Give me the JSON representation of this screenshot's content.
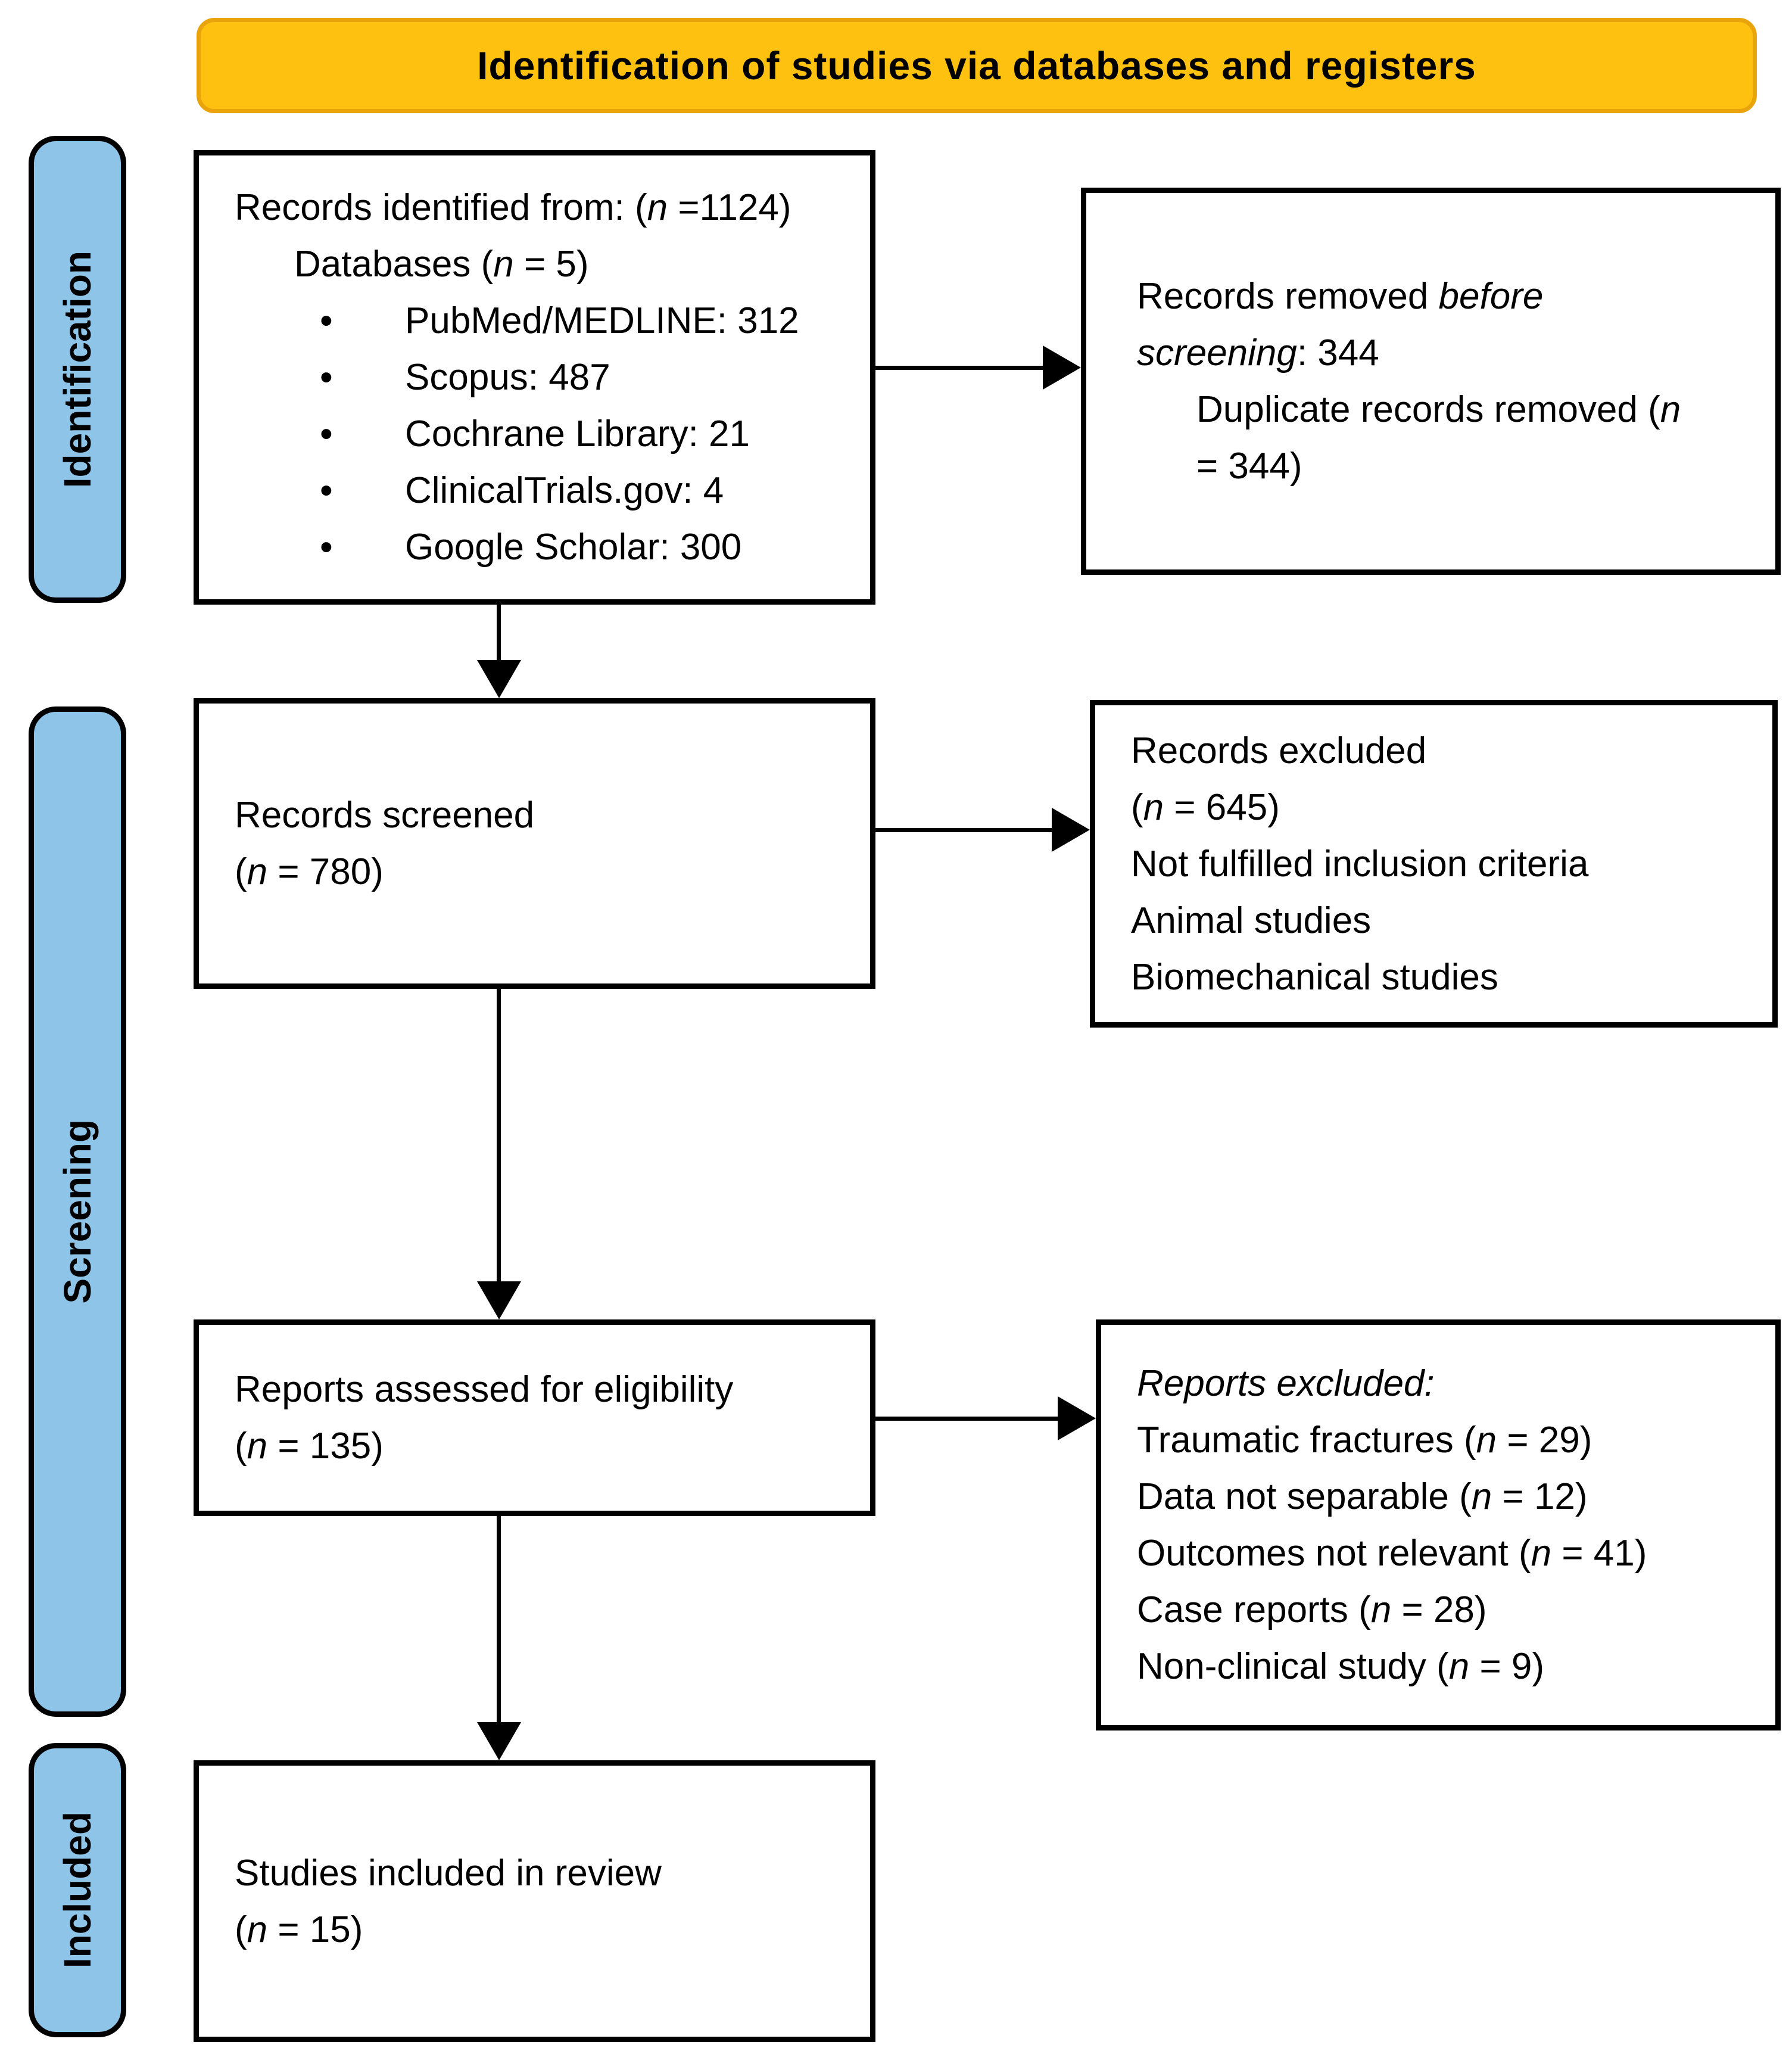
{
  "banner": {
    "title": "Identification of studies via databases and registers"
  },
  "stages": [
    {
      "id": "identification",
      "label": "Identification"
    },
    {
      "id": "screening",
      "label": "Screening"
    },
    {
      "id": "included",
      "label": "Included"
    }
  ],
  "colors": {
    "banner_fill": "#FFC110",
    "banner_border": "#E9A40C",
    "stage_fill": "#8FC4E9",
    "box_border": "#000000",
    "arrow": "#000000",
    "background": "#FFFFFF"
  },
  "boxes": {
    "identified": {
      "lines": [
        {
          "indent": 0,
          "segs": [
            {
              "t": "Records identified from: ("
            },
            {
              "t": "n",
              "i": true
            },
            {
              "t": " =1124)"
            }
          ]
        },
        {
          "indent": 1,
          "segs": [
            {
              "t": "Databases ("
            },
            {
              "t": "n",
              "i": true
            },
            {
              "t": " = 5)"
            }
          ]
        },
        {
          "indent": 2,
          "bullet": true,
          "segs": [
            {
              "t": "PubMed/MEDLINE: 312"
            }
          ]
        },
        {
          "indent": 2,
          "bullet": true,
          "segs": [
            {
              "t": "Scopus: 487"
            }
          ]
        },
        {
          "indent": 2,
          "bullet": true,
          "segs": [
            {
              "t": "Cochrane Library: 21"
            }
          ]
        },
        {
          "indent": 2,
          "bullet": true,
          "segs": [
            {
              "t": "ClinicalTrials.gov: 4"
            }
          ]
        },
        {
          "indent": 2,
          "bullet": true,
          "segs": [
            {
              "t": "Google Scholar: 300"
            }
          ]
        }
      ]
    },
    "removed": {
      "lines": [
        {
          "indent": 0,
          "segs": [
            {
              "t": "Records removed "
            },
            {
              "t": "before",
              "i": true
            }
          ]
        },
        {
          "indent": 0,
          "segs": [
            {
              "t": "screening",
              "i": true
            },
            {
              "t": ": 344"
            }
          ]
        },
        {
          "indent": 1,
          "segs": [
            {
              "t": "Duplicate records removed ("
            },
            {
              "t": "n",
              "i": true
            }
          ]
        },
        {
          "indent": 1,
          "segs": [
            {
              "t": "= 344)"
            }
          ]
        }
      ]
    },
    "screened": {
      "lines": [
        {
          "indent": 0,
          "segs": [
            {
              "t": "Records screened"
            }
          ]
        },
        {
          "indent": 0,
          "segs": [
            {
              "t": "("
            },
            {
              "t": "n",
              "i": true
            },
            {
              "t": " = 780)"
            }
          ]
        }
      ]
    },
    "excluded_records": {
      "lines": [
        {
          "indent": 0,
          "segs": [
            {
              "t": "Records excluded"
            }
          ]
        },
        {
          "indent": 0,
          "segs": [
            {
              "t": "("
            },
            {
              "t": "n",
              "i": true
            },
            {
              "t": " = 645)"
            }
          ]
        },
        {
          "indent": 0,
          "segs": [
            {
              "t": "Not fulfilled inclusion criteria"
            }
          ]
        },
        {
          "indent": 0,
          "segs": [
            {
              "t": "Animal studies"
            }
          ]
        },
        {
          "indent": 0,
          "segs": [
            {
              "t": "Biomechanical studies"
            }
          ]
        }
      ]
    },
    "assessed": {
      "lines": [
        {
          "indent": 0,
          "segs": [
            {
              "t": "Reports assessed for eligibility"
            }
          ]
        },
        {
          "indent": 0,
          "segs": [
            {
              "t": "("
            },
            {
              "t": "n",
              "i": true
            },
            {
              "t": " = 135)"
            }
          ]
        }
      ]
    },
    "excluded_reports": {
      "lines": [
        {
          "indent": 0,
          "segs": [
            {
              "t": "Reports excluded:",
              "i": true
            }
          ]
        },
        {
          "indent": 0,
          "segs": [
            {
              "t": "Traumatic fractures ("
            },
            {
              "t": "n",
              "i": true
            },
            {
              "t": " = 29)"
            }
          ]
        },
        {
          "indent": 0,
          "segs": [
            {
              "t": "Data not separable ("
            },
            {
              "t": "n",
              "i": true
            },
            {
              "t": " = 12)"
            }
          ]
        },
        {
          "indent": 0,
          "segs": [
            {
              "t": "Outcomes not relevant ("
            },
            {
              "t": "n",
              "i": true
            },
            {
              "t": " = 41)"
            }
          ]
        },
        {
          "indent": 0,
          "segs": [
            {
              "t": "Case reports ("
            },
            {
              "t": "n",
              "i": true
            },
            {
              "t": " = 28)"
            }
          ]
        },
        {
          "indent": 0,
          "segs": [
            {
              "t": "Non-clinical study ("
            },
            {
              "t": "n",
              "i": true
            },
            {
              "t": " = 9)"
            }
          ]
        }
      ]
    },
    "included": {
      "lines": [
        {
          "indent": 0,
          "segs": [
            {
              "t": "Studies included in review"
            }
          ]
        },
        {
          "indent": 0,
          "segs": [
            {
              "t": "("
            },
            {
              "t": "n",
              "i": true
            },
            {
              "t": " = 15)"
            }
          ]
        }
      ]
    }
  }
}
